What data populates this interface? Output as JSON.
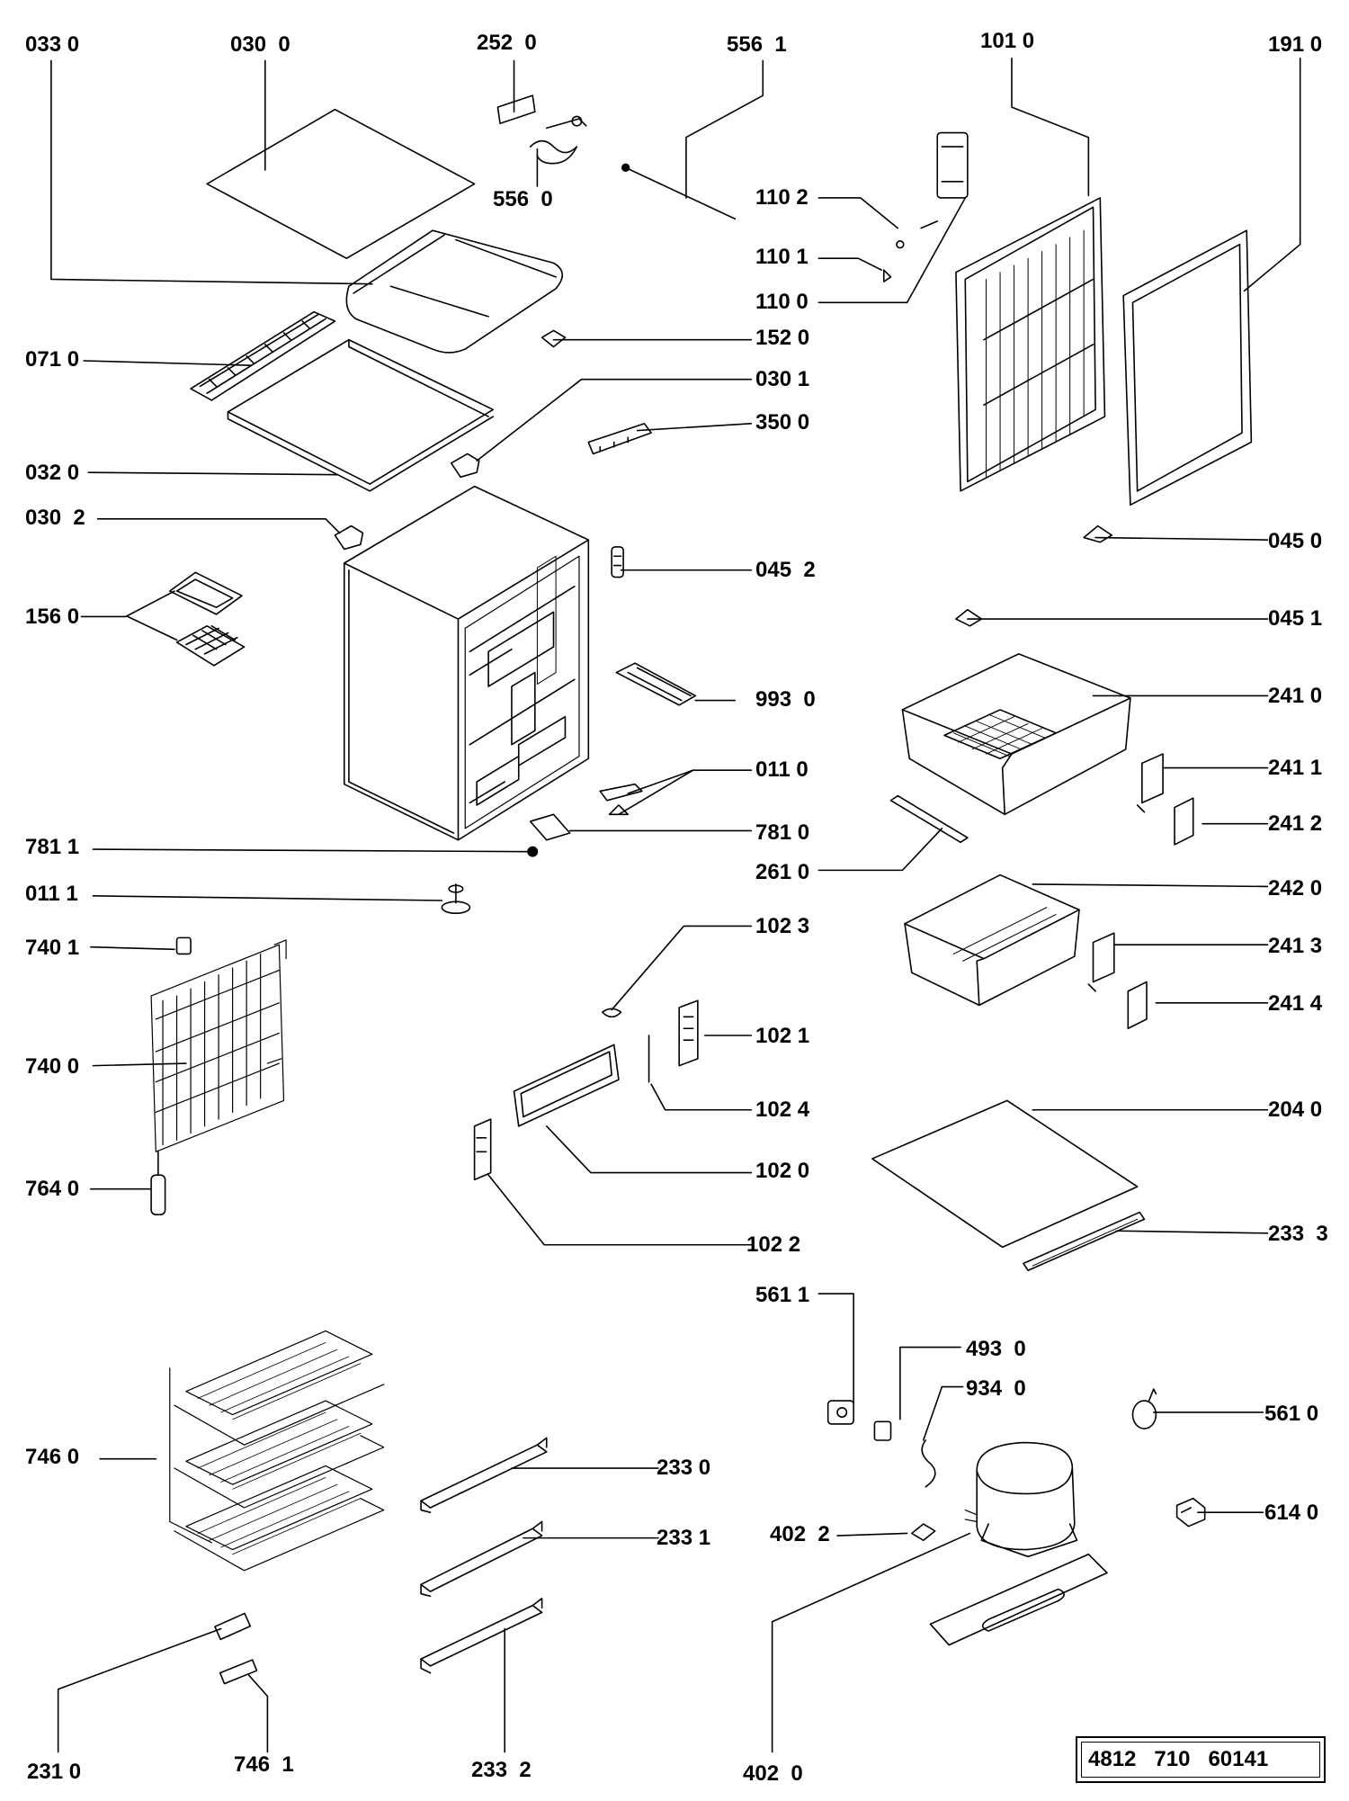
{
  "labels": {
    "l0330": "033 0",
    "l0300": "030  0",
    "l2520": "252  0",
    "l5561": "556  1",
    "l1010": "101 0",
    "l1910": "191 0",
    "l5560": "556  0",
    "l1102": "110 2",
    "l1101": "110 1",
    "l1100": "110 0",
    "l1520": "152 0",
    "l0710": "071 0",
    "l0301": "030 1",
    "l3500": "350 0",
    "l0320": "032 0",
    "l0302": "030  2",
    "l0450": "045 0",
    "l0452": "045  2",
    "l1560": "156 0",
    "l0451": "045 1",
    "l9930": "993  0",
    "l2410": "241 0",
    "l0110": "011 0",
    "l2411": "241 1",
    "l2412": "241 2",
    "l7811": "781 1",
    "l7810": "781 0",
    "l2610": "261 0",
    "l0111": "011 1",
    "l2420": "242 0",
    "l7401": "740 1",
    "l1023": "102 3",
    "l2413": "241 3",
    "l1021": "102 1",
    "l2414": "241 4",
    "l7400": "740 0",
    "l1024": "102 4",
    "l2040": "204 0",
    "l7640": "764 0",
    "l1020": "102 0",
    "l1022": "102 2",
    "l2333": "233  3",
    "l5611": "561 1",
    "l4930": "493  0",
    "l9340": "934  0",
    "l5610": "561 0",
    "l7460": "746 0",
    "l2330": "233 0",
    "l6140": "614 0",
    "l2331": "233 1",
    "l4022": "402  2",
    "l2310": "231 0",
    "l7461": "746  1",
    "l2332": "233  2",
    "l4020": "402  0"
  },
  "doc_ref": "4812   710   60141"
}
